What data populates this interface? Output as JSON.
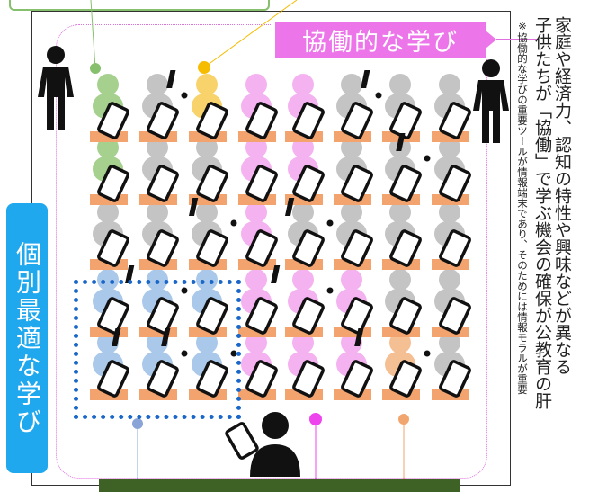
{
  "labels": {
    "collaborative": "協働的な学び",
    "individual": "個別最適な学び"
  },
  "side_text": {
    "main_line_1": "家庭や経済力、認知の特性や興味などが異なる",
    "main_line_2": "子供たちが「協働」で学ぶ機会の確保が公教育の肝",
    "note": "※協働的な学びの重要ツールが情報端末であり、そのためには情報モラルが重要"
  },
  "colors": {
    "collaborative": "#ec75ea",
    "individual": "#20a8ee",
    "individual_zone_border": "#1a67c9",
    "blackboard": "#3e6126",
    "green_student": "#a6d08e",
    "gray_student": "#c4c4c4",
    "yellow_student": "#f8d36b",
    "pink_student": "#f4b2f0",
    "blue_student": "#a9c8ea",
    "orange_student": "#f5bf94",
    "desk": "#f2a36e"
  },
  "icons": [
    "person-icon",
    "tablet-icon",
    "exclamation-icon"
  ],
  "grid": {
    "columns": 8,
    "rows": 5,
    "students": [
      [
        "green",
        "gray",
        "yellow",
        "pink",
        "pink",
        "gray",
        "gray",
        "gray"
      ],
      [
        "green",
        "gray",
        "gray",
        "pink",
        "pink",
        "gray",
        "gray",
        "gray"
      ],
      [
        "gray",
        "gray",
        "gray",
        "pink",
        "gray",
        "gray",
        "gray",
        "gray"
      ],
      [
        "blue",
        "blue",
        "blue",
        "pink",
        "pink",
        "pink",
        "gray",
        "gray"
      ],
      [
        "blue",
        "blue",
        "blue",
        "pink",
        "pink",
        "pink",
        "orange",
        "gray"
      ]
    ],
    "exclamation_marks": [
      [
        0,
        1
      ],
      [
        0,
        5
      ],
      [
        1,
        6
      ],
      [
        2,
        2
      ],
      [
        2,
        4
      ],
      [
        3,
        1
      ],
      [
        3,
        4
      ],
      [
        4,
        1
      ],
      [
        4,
        2
      ],
      [
        4,
        6
      ]
    ],
    "desks": [
      [
        0,
        0
      ],
      [
        0,
        1
      ],
      [
        0,
        2
      ],
      [
        0,
        3
      ],
      [
        0,
        4
      ],
      [
        0,
        5
      ],
      [
        0,
        6
      ],
      [
        0,
        7
      ],
      [
        1,
        0
      ],
      [
        1,
        1
      ],
      [
        1,
        2
      ],
      [
        1,
        3
      ],
      [
        1,
        4
      ],
      [
        1,
        5
      ],
      [
        1,
        6
      ],
      [
        1,
        7
      ],
      [
        2,
        0
      ],
      [
        2,
        1
      ],
      [
        2,
        2
      ],
      [
        2,
        3
      ],
      [
        2,
        4
      ],
      [
        2,
        5
      ],
      [
        2,
        6
      ],
      [
        2,
        7
      ],
      [
        3,
        0
      ],
      [
        3,
        1
      ],
      [
        3,
        2
      ],
      [
        3,
        3
      ],
      [
        3,
        4
      ],
      [
        3,
        5
      ],
      [
        3,
        6
      ],
      [
        3,
        7
      ],
      [
        4,
        0
      ],
      [
        4,
        1
      ],
      [
        4,
        2
      ],
      [
        4,
        3
      ],
      [
        4,
        4
      ],
      [
        4,
        5
      ],
      [
        4,
        6
      ],
      [
        4,
        7
      ]
    ]
  },
  "callout_dots": {
    "green": "#86c06c",
    "yellow": "#f5bc00",
    "blue": "#8aa4d8",
    "pink": "#ee44ee",
    "orange": "#f0a66e"
  }
}
